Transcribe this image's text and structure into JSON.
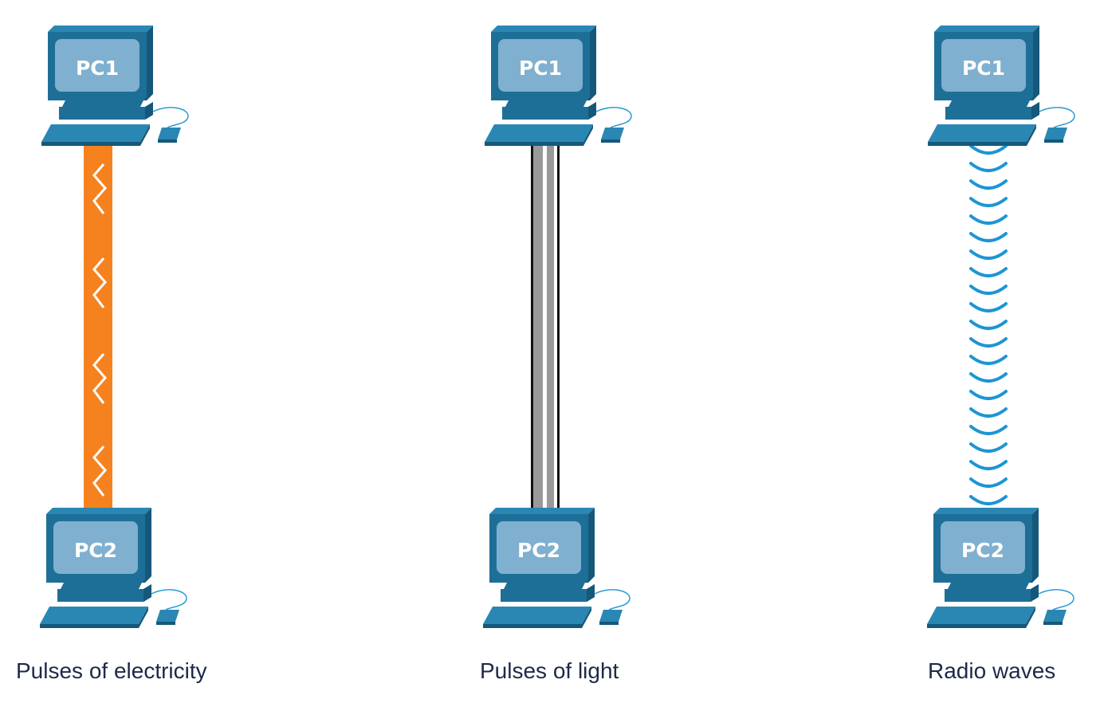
{
  "colors": {
    "pc_body": "#1e6f97",
    "pc_body_dark": "#15587a",
    "pc_body_light": "#2a87b3",
    "pc_screen": "#7fb0cf",
    "copper": "#f5821f",
    "fiber_black": "#111111",
    "fiber_gray": "#999999",
    "wireless": "#1c95d4",
    "caption": "#1c2a48"
  },
  "panels": [
    {
      "top_pc": "PC1",
      "bottom_pc": "PC2",
      "medium": "copper",
      "medium_icon": "lightning-icon",
      "caption": "Pulses of electricity"
    },
    {
      "top_pc": "PC1",
      "bottom_pc": "PC2",
      "medium": "fiber",
      "medium_icon": "fiber-cable-icon",
      "caption": "Pulses of light"
    },
    {
      "top_pc": "PC1",
      "bottom_pc": "PC2",
      "medium": "wireless",
      "medium_icon": "radio-wave-icon",
      "caption": "Radio waves"
    }
  ]
}
